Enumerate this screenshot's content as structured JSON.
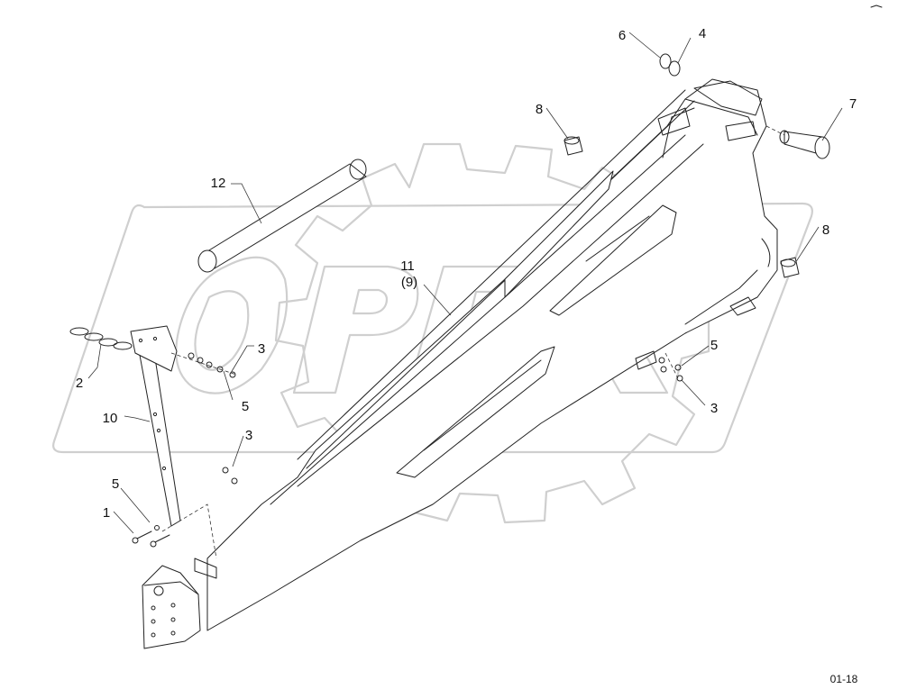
{
  "watermark": {
    "text": "OPEX"
  },
  "callouts": [
    {
      "id": "c6",
      "label": "6"
    },
    {
      "id": "c4",
      "label": "4"
    },
    {
      "id": "c8a",
      "label": "8"
    },
    {
      "id": "c7",
      "label": "7"
    },
    {
      "id": "c8b",
      "label": "8"
    },
    {
      "id": "c12",
      "label": "12"
    },
    {
      "id": "c11",
      "label": "11"
    },
    {
      "id": "c9",
      "label": "(9)"
    },
    {
      "id": "c2",
      "label": "2"
    },
    {
      "id": "c3a",
      "label": "3"
    },
    {
      "id": "c5a",
      "label": "5"
    },
    {
      "id": "c10",
      "label": "10"
    },
    {
      "id": "c3b",
      "label": "3"
    },
    {
      "id": "c5b",
      "label": "5"
    },
    {
      "id": "c1",
      "label": "1"
    },
    {
      "id": "c5c",
      "label": "5"
    },
    {
      "id": "c3c",
      "label": "3"
    }
  ],
  "sheet_number": "01-18"
}
